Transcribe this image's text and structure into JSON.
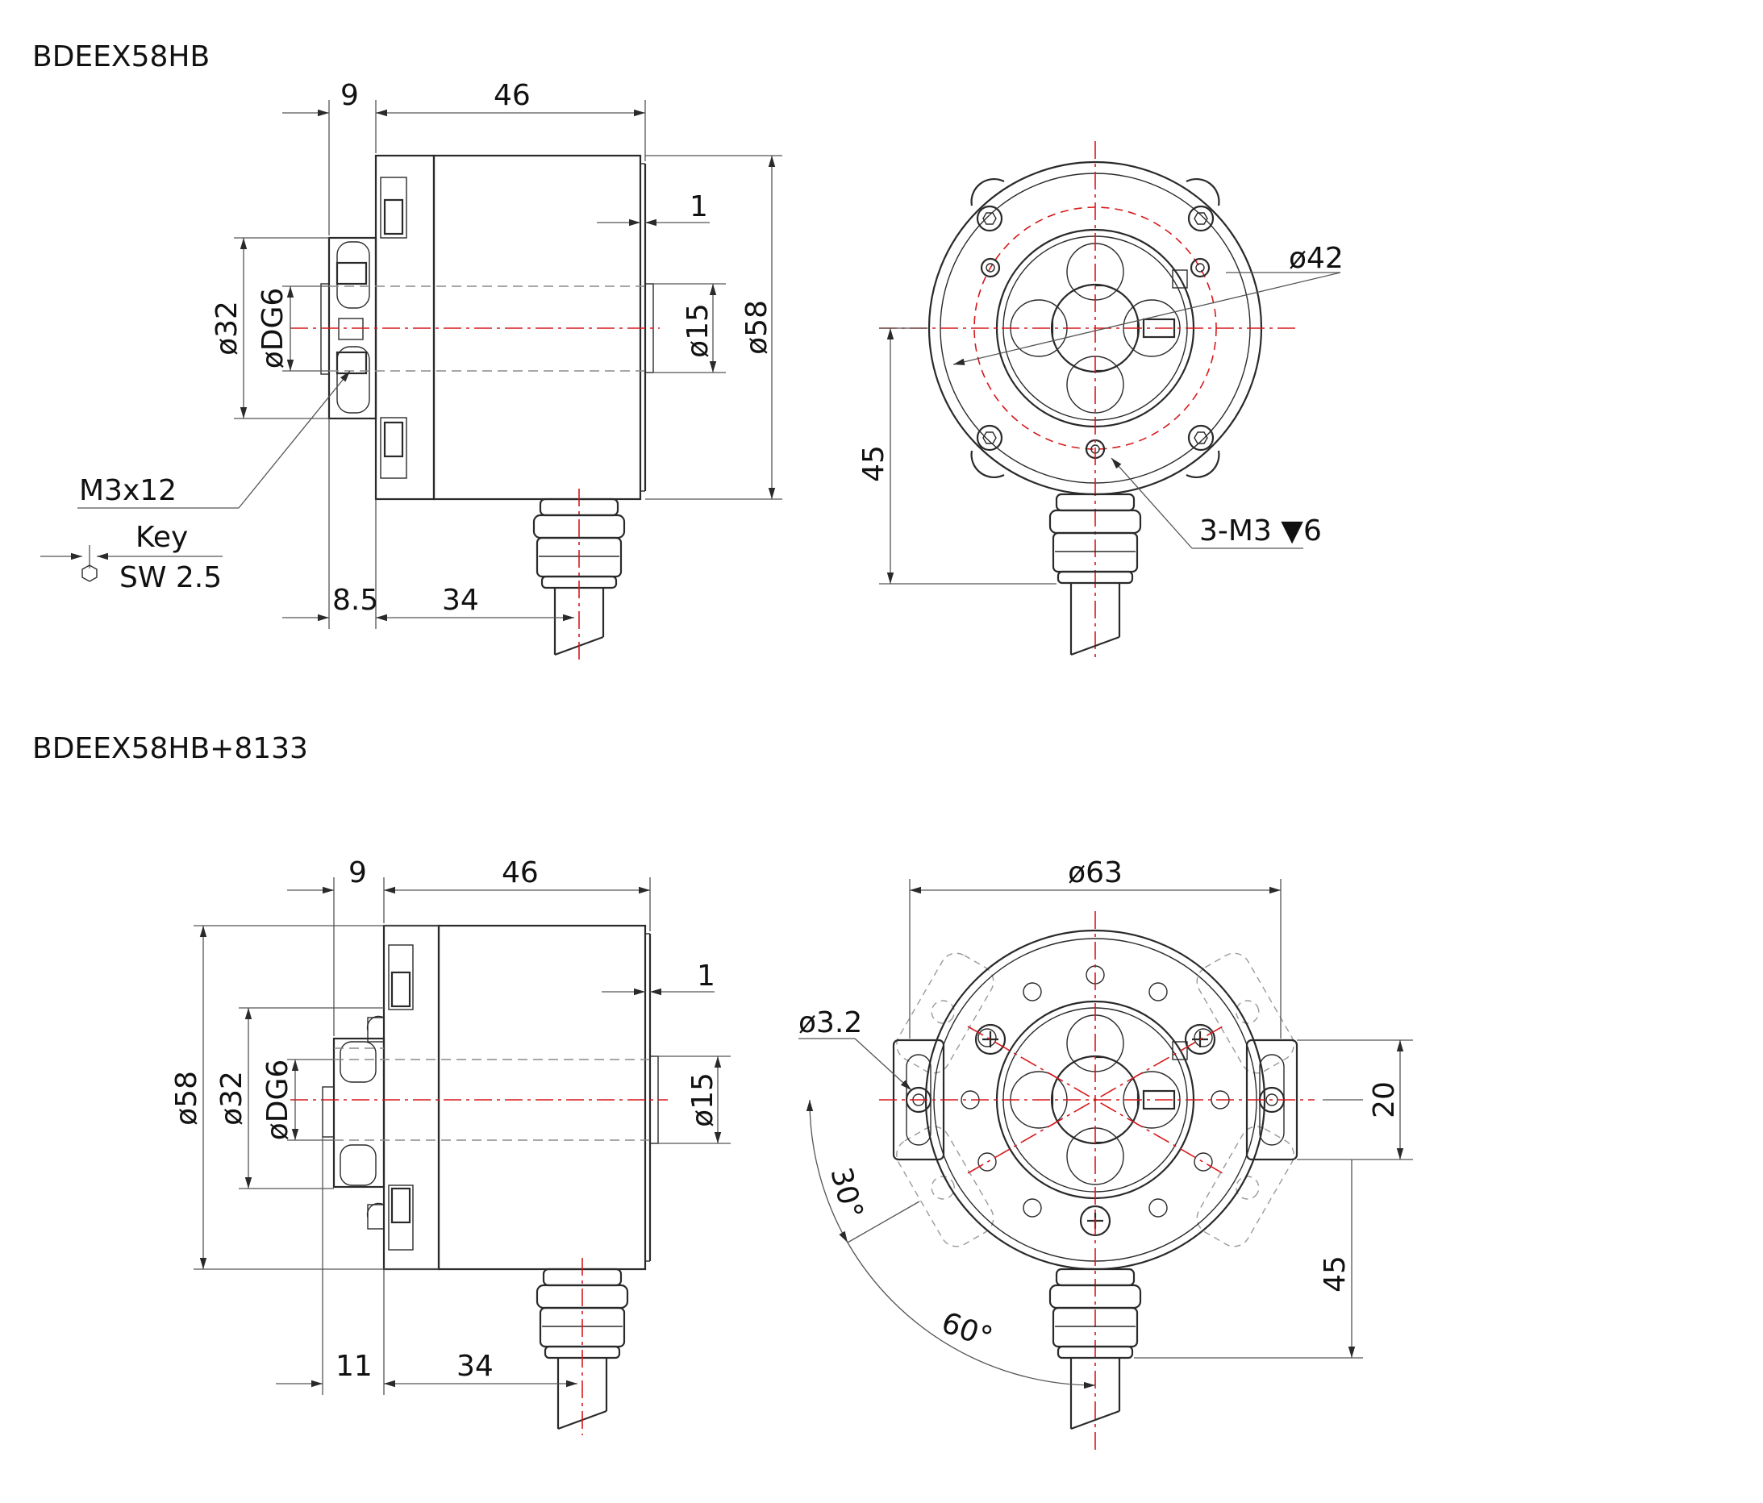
{
  "top": {
    "title": "BDEEX58HB",
    "side": {
      "dim_flange": "9",
      "dim_body": "46",
      "dim_step": "1",
      "dim_bore_d": "ø15",
      "dim_body_d": "ø58",
      "dim_clamp_d": "ø32",
      "dim_shaft": "øDG6",
      "dim_insert": "8.5",
      "dim_cable": "34",
      "screw": "M3x12",
      "key_label": "Key",
      "key_size": "SW 2.5"
    },
    "front": {
      "dim_pcd": "ø42",
      "dim_height": "45",
      "thread": "3-M3 ▼6"
    }
  },
  "bottom": {
    "title": "BDEEX58HB+8133",
    "side": {
      "dim_flange": "9",
      "dim_body": "46",
      "dim_step": "1",
      "dim_body_d": "ø58",
      "dim_clamp_d": "ø32",
      "dim_shaft": "øDG6",
      "dim_bore_d": "ø15",
      "dim_insert": "11",
      "dim_cable": "34"
    },
    "front": {
      "dim_outer": "ø63",
      "dim_hole": "ø3.2",
      "dim_slot": "20",
      "dim_height": "45",
      "angle_small": "30°",
      "angle_large": "60°"
    }
  }
}
